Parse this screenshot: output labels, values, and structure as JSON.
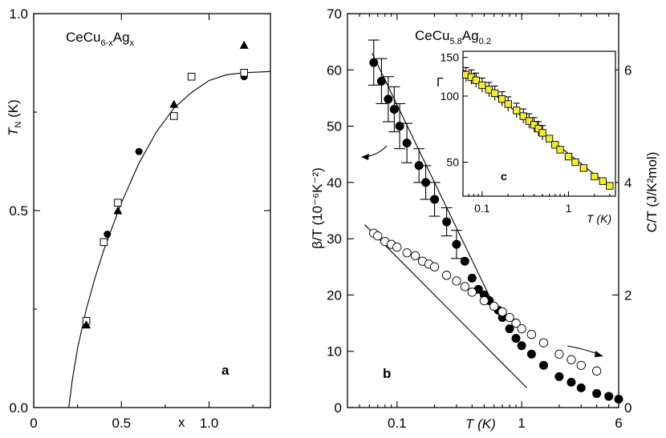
{
  "chart_data": [
    {
      "panel": "a",
      "type": "scatter",
      "title": "CeCu6-xAgx",
      "title_parts": {
        "base": "CeCu",
        "sub": "6-x",
        "mid": "Ag",
        "sub2": "x"
      },
      "xlabel": "x",
      "ylabel": "T",
      "ylabel_sub": "N",
      "ylabel_unit": " (K)",
      "xlim": [
        0,
        1.35
      ],
      "ylim": [
        0,
        1.0
      ],
      "xticks": [
        {
          "v": 0,
          "label": "0"
        },
        {
          "v": 0.5,
          "label": "0.5"
        },
        {
          "v": 1.0,
          "label": "1.0"
        }
      ],
      "yticks": [
        {
          "v": 0,
          "label": "0.0"
        },
        {
          "v": 0.5,
          "label": "0.5"
        },
        {
          "v": 1.0,
          "label": "1.0"
        }
      ],
      "series": [
        {
          "marker": "circle-filled",
          "x": [
            0.42,
            0.6,
            1.2
          ],
          "y": [
            0.44,
            0.65,
            0.84
          ]
        },
        {
          "marker": "square-open",
          "x": [
            0.3,
            0.4,
            0.48,
            0.8,
            0.9,
            1.2
          ],
          "y": [
            0.22,
            0.42,
            0.52,
            0.74,
            0.84,
            0.85
          ]
        },
        {
          "marker": "triangle-filled",
          "x": [
            0.3,
            0.48,
            0.8,
            1.2
          ],
          "y": [
            0.21,
            0.5,
            0.77,
            0.92
          ]
        }
      ],
      "fit": {
        "x": [
          0.2,
          0.22,
          0.25,
          0.3,
          0.35,
          0.4,
          0.45,
          0.5,
          0.55,
          0.6,
          0.7,
          0.8,
          0.9,
          1.0,
          1.1,
          1.2,
          1.3,
          1.35
        ],
        "y": [
          0.0,
          0.07,
          0.15,
          0.25,
          0.33,
          0.4,
          0.46,
          0.52,
          0.57,
          0.62,
          0.7,
          0.76,
          0.8,
          0.83,
          0.845,
          0.85,
          0.852,
          0.853
        ]
      }
    },
    {
      "panel": "b",
      "type": "scatter",
      "title": "CeCu5.8Ag0.2",
      "title_parts": {
        "base": "CeCu",
        "sub": "5.8",
        "mid": "Ag",
        "sub2": "0.2"
      },
      "xlabel": "T (K)",
      "ylabel_left": "β/T (10⁻⁶K⁻²)",
      "ylabel_right": "C/T (J/K²mol)",
      "xscale": "log",
      "xlim": [
        0.04,
        6
      ],
      "ylim_left": [
        0,
        70
      ],
      "ylim_right": [
        0,
        7
      ],
      "xticks": [
        {
          "v": 0.1,
          "label": "0.1"
        },
        {
          "v": 1,
          "label": "1"
        },
        {
          "v": 6,
          "label": "6"
        }
      ],
      "yticks_left": [
        {
          "v": 0,
          "label": "0"
        },
        {
          "v": 10,
          "label": "10"
        },
        {
          "v": 20,
          "label": "20"
        },
        {
          "v": 30,
          "label": "30"
        },
        {
          "v": 40,
          "label": "40"
        },
        {
          "v": 50,
          "label": "50"
        },
        {
          "v": 60,
          "label": "60"
        },
        {
          "v": 70,
          "label": "70"
        }
      ],
      "yticks_right": [
        {
          "v": 0,
          "label": "0"
        },
        {
          "v": 2,
          "label": "2"
        },
        {
          "v": 4,
          "label": "4"
        },
        {
          "v": 6,
          "label": "6"
        }
      ],
      "series": [
        {
          "axis": "left",
          "marker": "circle-filled",
          "x": [
            0.065,
            0.075,
            0.085,
            0.095,
            0.105,
            0.12,
            0.15,
            0.17,
            0.2,
            0.25,
            0.3,
            0.35,
            0.4,
            0.45,
            0.5,
            0.55,
            0.6,
            0.65,
            0.7,
            0.8,
            0.9,
            1.0,
            1.2,
            1.5,
            2.0,
            2.5,
            3.0,
            4.0,
            5.0,
            6.0
          ],
          "y": [
            61.3,
            58,
            54.8,
            53,
            50,
            47,
            43,
            40,
            37,
            33,
            29,
            26,
            23,
            21,
            20,
            19,
            18,
            17.3,
            16,
            14,
            12.3,
            11,
            9.5,
            7.5,
            5.5,
            4.5,
            3.5,
            2.5,
            2,
            1.5
          ],
          "err": [
            4,
            4,
            4,
            4,
            4,
            3.5,
            3,
            3,
            3,
            2.5,
            2.5,
            0,
            0,
            0,
            0,
            0,
            0,
            0,
            0,
            0,
            0,
            0,
            0,
            0,
            0,
            0,
            0,
            0,
            0,
            0
          ]
        },
        {
          "axis": "right",
          "marker": "circle-open",
          "x": [
            0.065,
            0.07,
            0.08,
            0.09,
            0.1,
            0.12,
            0.14,
            0.16,
            0.18,
            0.2,
            0.25,
            0.3,
            0.35,
            0.4,
            0.5,
            0.6,
            0.7,
            0.8,
            0.9,
            1.0,
            1.2,
            1.5,
            2.0,
            2.5,
            3.0,
            4.0
          ],
          "y": [
            3.1,
            3.05,
            2.95,
            2.9,
            2.85,
            2.75,
            2.7,
            2.6,
            2.55,
            2.5,
            2.35,
            2.25,
            2.15,
            2.05,
            1.9,
            1.8,
            1.7,
            1.6,
            1.5,
            1.4,
            1.3,
            1.15,
            0.95,
            0.85,
            0.75,
            0.65
          ]
        }
      ],
      "fit_left": {
        "x": [
          0.063,
          0.65
        ],
        "y": [
          63,
          16.5
        ]
      },
      "fit_right": {
        "x": [
          0.055,
          1.1
        ],
        "y": [
          3.25,
          0.35
        ]
      },
      "arrows": [
        "left-arrow-to-left-axis",
        "right-arrow-to-right-axis"
      ],
      "panel_label": "b"
    },
    {
      "panel": "c",
      "type": "scatter",
      "xlabel": "T (K)",
      "ylabel": "Γ",
      "xscale": "log",
      "yscale": "log",
      "xlim": [
        0.06,
        3.5
      ],
      "ylim": [
        35,
        160
      ],
      "xticks": [
        {
          "v": 0.1,
          "label": "0.1"
        },
        {
          "v": 1,
          "label": "1"
        }
      ],
      "yticks": [
        {
          "v": 50,
          "label": "50"
        },
        {
          "v": 100,
          "label": "100"
        },
        {
          "v": 150,
          "label": "150"
        }
      ],
      "series": [
        {
          "marker": "square-yellow",
          "x": [
            0.065,
            0.075,
            0.085,
            0.1,
            0.12,
            0.14,
            0.17,
            0.2,
            0.25,
            0.3,
            0.35,
            0.4,
            0.45,
            0.5,
            0.6,
            0.7,
            0.8,
            1.0,
            1.2,
            1.5,
            2.0,
            2.5,
            3.0
          ],
          "y": [
            125,
            122,
            118,
            112,
            107,
            103,
            97,
            92,
            86,
            81,
            77,
            74,
            71,
            68,
            64,
            60,
            57,
            53,
            50,
            47,
            43,
            41,
            39
          ]
        }
      ],
      "fit": {
        "x": [
          0.06,
          3.2
        ],
        "y": [
          132,
          38
        ]
      },
      "panel_label": "c"
    }
  ],
  "labels": {
    "panel_a": "a",
    "panel_b": "b",
    "panel_c": "c"
  }
}
